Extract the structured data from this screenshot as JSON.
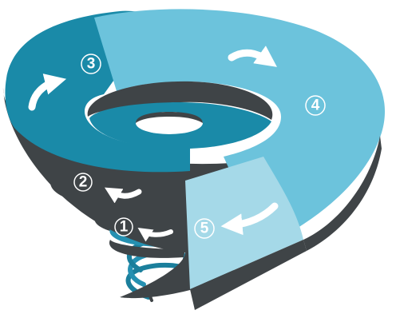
{
  "steps": [
    {
      "label": "1"
    },
    {
      "label": "2"
    },
    {
      "label": "3"
    },
    {
      "label": "4"
    },
    {
      "label": "5"
    }
  ],
  "colors": {
    "teal_dark": "#1a8aa8",
    "teal_mid": "#2c9ec0",
    "teal_light": "#6cc3dc",
    "teal_pale": "#a5d9e8",
    "shadow": "#3f4447",
    "arrow": "#ffffff"
  }
}
